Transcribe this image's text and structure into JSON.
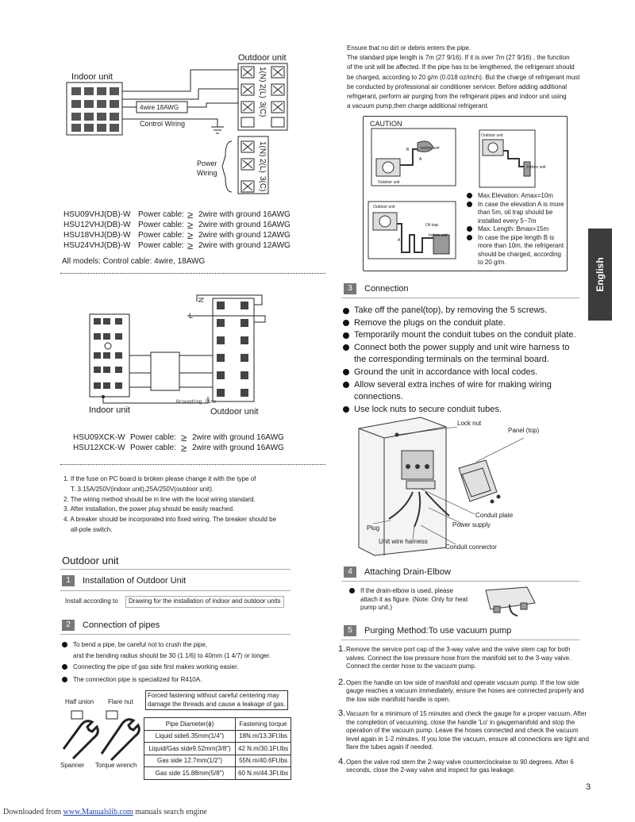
{
  "wiring1": {
    "outdoor_label": "Outdoor unit",
    "indoor_label": "Indoor unit",
    "wire_tag": "4wire  18AWG",
    "control_wiring": "Control Wiring",
    "power_wiring": "Power Wiring",
    "terminals_top": [
      "1(N)",
      "2(L)",
      "3(C)"
    ],
    "terminals_power": [
      "1(N)",
      "2(L)",
      "3(C)"
    ]
  },
  "models1": [
    {
      "model": "HSU09VHJ(DB)-W",
      "label": "Power cable:",
      "spec": "2wire with ground  16AWG"
    },
    {
      "model": "HSU12VHJ(DB)-W",
      "label": "Power cable:",
      "spec": "2wire with ground  16AWG"
    },
    {
      "model": "HSU18VHJ(DB)-W",
      "label": "Power cable:",
      "spec": "2wire with ground  12AWG"
    },
    {
      "model": "HSU24VHJ(DB)-W",
      "label": "Power cable:",
      "spec": "2wire with ground  12AWG"
    }
  ],
  "all_models": "All models: Control cable: 4wire,  18AWG",
  "wiring2": {
    "indoor_label": "Indoor unit",
    "outdoor_label": "Outdoor unit",
    "grounding": "Grounding line",
    "n_label": "N",
    "l_label": "L"
  },
  "models2": [
    {
      "model": "HSU09XCK-W",
      "label": "Power cable:",
      "spec": "2wire with ground  16AWG"
    },
    {
      "model": "HSU12XCK-W",
      "label": "Power cable:",
      "spec": "2wire with ground  16AWG"
    }
  ],
  "notes": [
    "1. If the fuse on PC board is broken please change it with the type of",
    "T. 3.15A/250V(indoor unit),25A/250V(outdoor unit).",
    "2. The wiring method should be in line with the local wiring standard.",
    "3. After installation, the power plug should be easily reached.",
    "4. A breaker should be incorporated into fixed wiring. The breaker should be",
    "all-pole switch."
  ],
  "outdoor_section": {
    "title": "Outdoor unit",
    "s1_num": "1",
    "s1_title": "Installation of Outdoor Unit",
    "s1_text_a": "Install according to",
    "s1_text_b": "Drawing for the installation of indoor and outdoor units",
    "s2_num": "2",
    "s2_title": "Connection of pipes",
    "s2_bullets": [
      "To bend a pipe, be careful not to crush the pipe,",
      "Connecting the pipe of gas side first makes working easier.",
      "The connection pipe is specialized for R410A."
    ],
    "s2_bend_radius": "and the bending radius should be 30 (1 1/6) to 40mm (1 4/7) or longer.",
    "half_union": "Half union",
    "flare_nut": "Flare nut",
    "spanner": "Spanner",
    "torque_wrench": "Torque wrench",
    "forced_note": "Forced fastening without careful  centering may damage the threads and cause a leakage of gas."
  },
  "torque_table": {
    "headers": [
      "Pipe Diameter(ϕ)",
      "Fastening torque"
    ],
    "rows": [
      [
        "Liquid side6.35mm(1/4\")",
        "18N.m/13.3Ft.lbs"
      ],
      [
        "Liquid/Gas side9.52mm(3/8\")",
        "42 N.m/30.1Ft.lbs"
      ],
      [
        "Gas side 12.7mm(1/2\")",
        "55N.m/40.6Ft.lbs"
      ],
      [
        "Gas side 15.88mm(5/8\")",
        "60 N.m/44.3Ft.lbs"
      ]
    ]
  },
  "pipe_intro": [
    "Ensure that no dirt or debris enters the pipe.",
    "The standard pipe length is 7m (27 9/16). If it is over 7m (27 9/16) , the function",
    "of the unit will be affected. If the pipe has  to be lengthened, the refrigerant should",
    "be charged, according to 20 g/m (0.018 oz/inch). But the charge of refrigerant must",
    "be conducted by professional air conditioner servicer. Before adding additional",
    "refrigerant, perform air purging from the refrigerant pipes and indoor unit using",
    "a vacuum pump,then charge additional refrigerant."
  ],
  "caution": {
    "title": "CAUTION",
    "outdoor_small": "Outdoor unit",
    "indoor_small": "Indoor unit",
    "oil_trap": "Oil trap",
    "b": "B",
    "a": "A",
    "bullets": [
      "Max.Elevation: Amax=10m",
      "In case the elevation A is more than 5m, oil trap should be installed every 5~7m",
      "Max. Length: Bmax=15m",
      "In case the pipe length B is more than 10m, the refrigerant should be charged, according to 20 g/m."
    ]
  },
  "tab_label": "English",
  "connection": {
    "num": "3",
    "title": "Connection",
    "bullets": [
      "Take off the panel(top), by removing the 5 screws.",
      "Remove the plugs on the conduit plate.",
      "Temporarily mount the conduit tubes on the conduit plate.",
      "Connect both the power supply and unit wire harness to the corresponding terminals on the terminal board.",
      "Ground the unit in accordance with local codes.",
      "Allow several extra inches of wire for making wiring connections.",
      "Use lock nuts to secure conduit tubes."
    ],
    "fig": {
      "lock_nut": "Lock nut",
      "panel_top": "Panel (top)",
      "conduit_plate": "Conduit plate",
      "power_supply": "Power supply",
      "plug": "Plug",
      "unit_wire_harness": "Unit wire harness",
      "conduit_connector": "Conduit connector"
    }
  },
  "drain": {
    "num": "4",
    "title": "Attaching Drain-Elbow",
    "text": "If the drain-elbow is used, please attach it as figure. (Note: Only for heat pump unit.)"
  },
  "purging": {
    "num": "5",
    "title": "Purging Method:To use vacuum pump",
    "steps": [
      {
        "n": "1.",
        "text": "Remove the service port cap of the 3-way valve and the valve stem cap for both valves. Connect the low pressure hose from the manifold set to the 3-way valve. Connect the center hose to the vacuum pump."
      },
      {
        "n": "2.",
        "text": "Open the handle on low side of manifold and operate vacuum pump. If the low side gauge reaches a vacuum immediately, ensure the hoses are connected properly and the low side manifold handle is open."
      },
      {
        "n": "3.",
        "text": "Vacuum for a minimum of 15 minutes and check the gauge for a proper vacuum. After the completion of vacuuming, close the handle 'Lo' in gaugemanifold and stop the operation of the vacuum pump. Leave the hoses connected and check the vacuum level again in 1-2 minutes. If you lose the vacuum, ensure all connections are tight and flare the tubes again if needed."
      },
      {
        "n": "4.",
        "text": "Open the valve rod stem the 2-way valve counterclockwise to 90 degrees. After 6 seconds, close the 2-way valve and inspect for gas leakage."
      }
    ]
  },
  "page_number": "3",
  "footer": {
    "prefix": "Downloaded from ",
    "link": "www.Manualslib.com",
    "suffix": "  manuals search engine"
  }
}
